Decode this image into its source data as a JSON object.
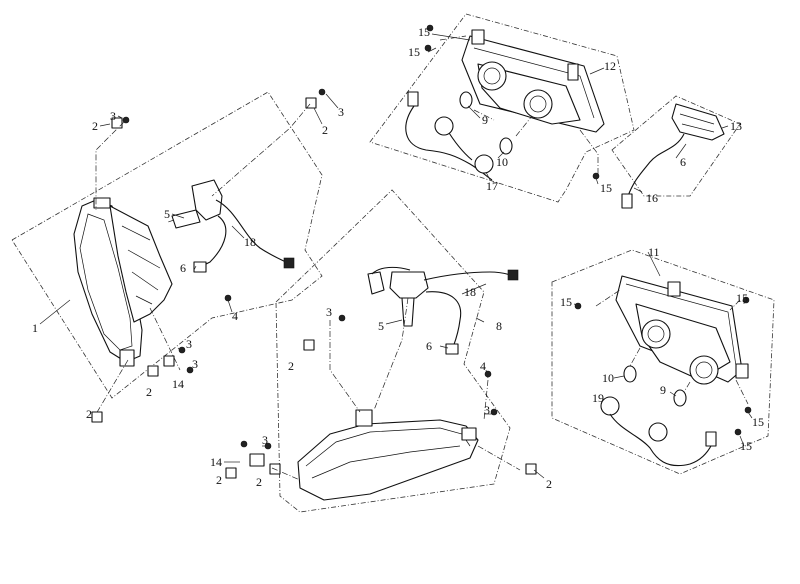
{
  "callouts": [
    {
      "id": "c1",
      "text": "1"
    },
    {
      "id": "c2a",
      "text": "2"
    },
    {
      "id": "c3a",
      "text": "3"
    },
    {
      "id": "c2b",
      "text": "2"
    },
    {
      "id": "c3b",
      "text": "3"
    },
    {
      "id": "c5a",
      "text": "5"
    },
    {
      "id": "c18a",
      "text": "18"
    },
    {
      "id": "c6a",
      "text": "6"
    },
    {
      "id": "c4a",
      "text": "4"
    },
    {
      "id": "c3c",
      "text": "3"
    },
    {
      "id": "c14a",
      "text": "14"
    },
    {
      "id": "c2c",
      "text": "2"
    },
    {
      "id": "c3d",
      "text": "3"
    },
    {
      "id": "c2d",
      "text": "2"
    },
    {
      "id": "c15a",
      "text": "15"
    },
    {
      "id": "c15b",
      "text": "15"
    },
    {
      "id": "c12",
      "text": "12"
    },
    {
      "id": "c9a",
      "text": "9"
    },
    {
      "id": "c10a",
      "text": "10"
    },
    {
      "id": "c17",
      "text": "17"
    },
    {
      "id": "c15c",
      "text": "15"
    },
    {
      "id": "c13",
      "text": "13"
    },
    {
      "id": "c6b",
      "text": "6"
    },
    {
      "id": "c16",
      "text": "16"
    },
    {
      "id": "c18b",
      "text": "18"
    },
    {
      "id": "c3e",
      "text": "3"
    },
    {
      "id": "c5b",
      "text": "5"
    },
    {
      "id": "c8",
      "text": "8"
    },
    {
      "id": "c2e",
      "text": "2"
    },
    {
      "id": "c6c",
      "text": "6"
    },
    {
      "id": "c4b",
      "text": "4"
    },
    {
      "id": "c3f",
      "text": "3"
    },
    {
      "id": "c14b",
      "text": "14"
    },
    {
      "id": "c3g",
      "text": "3"
    },
    {
      "id": "c2f",
      "text": "2"
    },
    {
      "id": "c2g",
      "text": "2"
    },
    {
      "id": "c2h",
      "text": "2"
    },
    {
      "id": "c11",
      "text": "11"
    },
    {
      "id": "c15d",
      "text": "15"
    },
    {
      "id": "c15e",
      "text": "15"
    },
    {
      "id": "c10b",
      "text": "10"
    },
    {
      "id": "c19",
      "text": "19"
    },
    {
      "id": "c9b",
      "text": "9"
    },
    {
      "id": "c15f",
      "text": "15"
    },
    {
      "id": "c15g",
      "text": "15"
    }
  ]
}
